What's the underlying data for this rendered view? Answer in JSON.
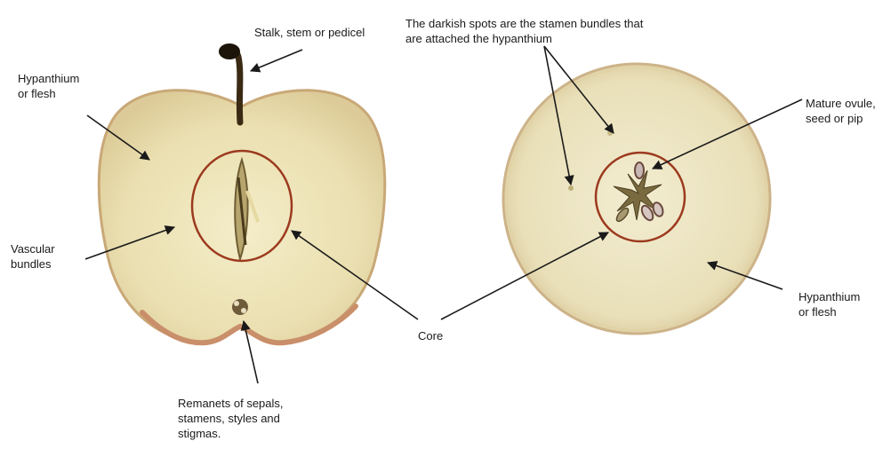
{
  "labels": {
    "stalk": "Stalk, stem or pedicel",
    "hypanthium_left": "Hypanthium\nor flesh",
    "vascular": "Vascular\nbundles",
    "remnants": "Remanets of sepals,\nstamens, styles and\nstigmas.",
    "core": "Core",
    "stamen_spots": "The darkish spots are the stamen bundles that\nare attached the hypanthium",
    "mature_ovule": "Mature ovule,\nseed or pip",
    "hypanthium_right": "Hypanthium\nor flesh"
  },
  "colors": {
    "flesh": "#ede5b8",
    "flesh_light": "#f6f0d2",
    "skin": "#c98f6a",
    "core_circle": "#9c3a1e",
    "arrow": "#1a1a1a"
  }
}
